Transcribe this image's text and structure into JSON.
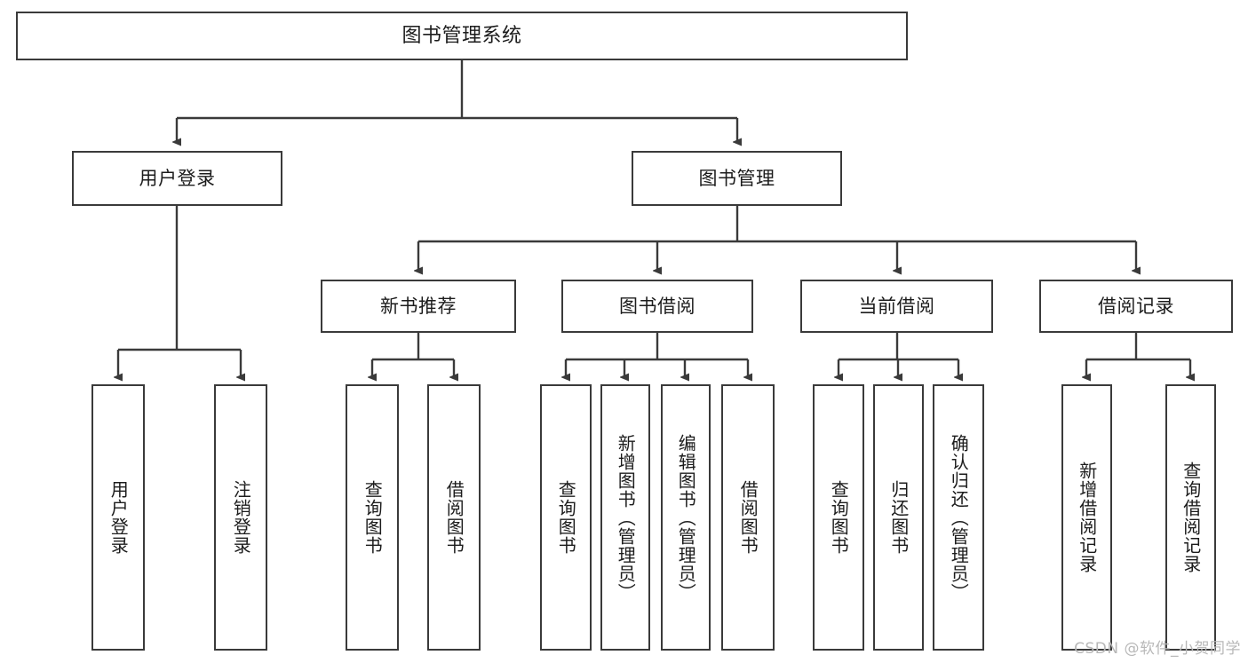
{
  "diagram": {
    "title": "图书管理系统",
    "type": "tree-hierarchy-chart",
    "line_color": "#3a3a3a",
    "box_fill": "#ffffff",
    "text_color": "#1c1c1c"
  },
  "nodes": {
    "root": {
      "label": "图书管理系统"
    },
    "level2": [
      {
        "label": "用户登录"
      },
      {
        "label": "图书管理"
      }
    ],
    "level3": [
      {
        "label": "新书推荐"
      },
      {
        "label": "图书借阅"
      },
      {
        "label": "当前借阅"
      },
      {
        "label": "借阅记录"
      }
    ],
    "leaves": {
      "user_login": [
        {
          "label": "用户登录"
        },
        {
          "label": "注销登录"
        }
      ],
      "new_book_recommend": [
        {
          "label": "查询图书"
        },
        {
          "label": "借阅图书"
        }
      ],
      "book_borrow": [
        {
          "label": "查询图书"
        },
        {
          "label": "新增图书（管理员）"
        },
        {
          "label": "编辑图书（管理员）"
        },
        {
          "label": "借阅图书"
        }
      ],
      "current_borrow": [
        {
          "label": "查询图书"
        },
        {
          "label": "归还图书"
        },
        {
          "label": "确认归还（管理员）"
        }
      ],
      "borrow_record": [
        {
          "label": "新增借阅记录"
        },
        {
          "label": "查询借阅记录"
        }
      ]
    }
  },
  "watermark": {
    "text": "CSDN @软件_小贺同学"
  }
}
